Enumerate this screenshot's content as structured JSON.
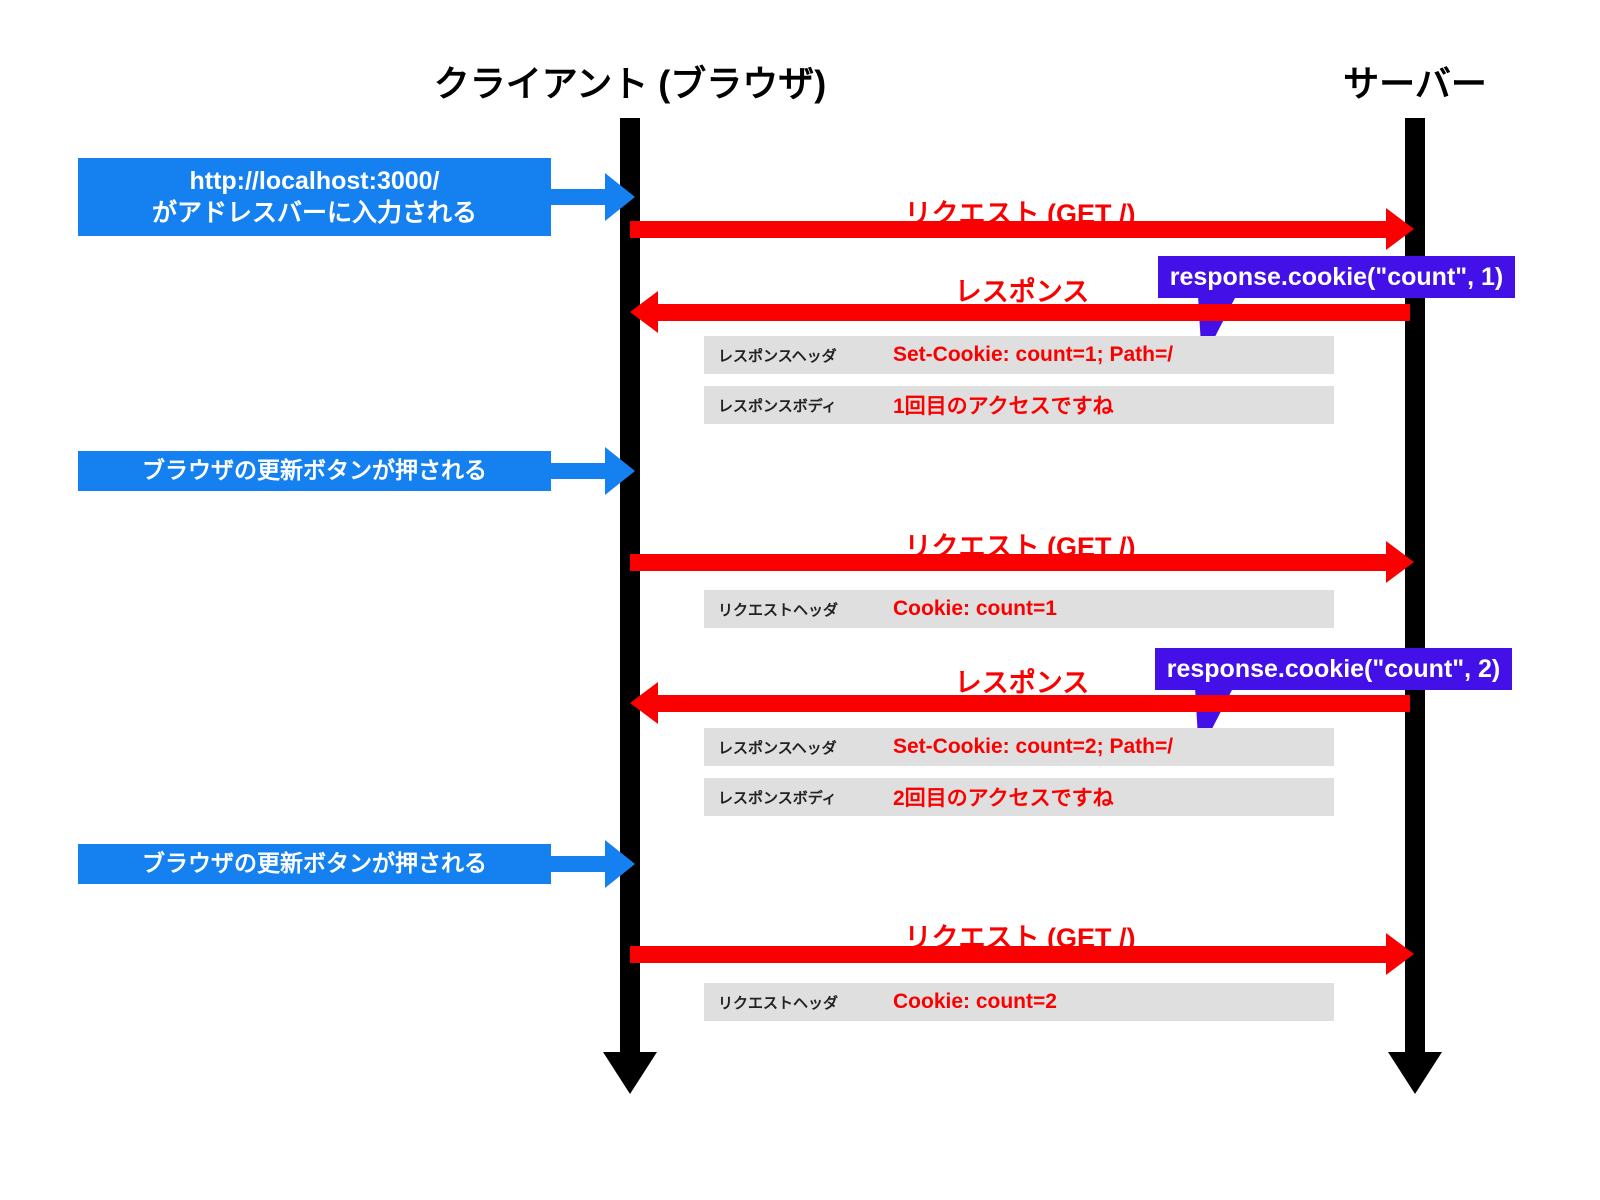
{
  "diagram": {
    "title_client": "クライアント (ブラウザ)",
    "title_server": "サーバー",
    "colors": {
      "blue": "#1580ef",
      "red": "#fa0000",
      "purple": "#4410e8",
      "gray": "#dfdfdf",
      "black": "#000000"
    }
  },
  "actions": [
    {
      "line1": "http://localhost:3000/",
      "line2": "がアドレスバーに入力される"
    },
    {
      "line1": "ブラウザの更新ボタンが押される",
      "line2": ""
    },
    {
      "line1": "ブラウザの更新ボタンが押される",
      "line2": ""
    }
  ],
  "messages": [
    {
      "label": "リクエスト (GET /)",
      "direction": "request"
    },
    {
      "label": "レスポンス",
      "direction": "response"
    },
    {
      "label": "リクエスト (GET /)",
      "direction": "request"
    },
    {
      "label": "レスポンス",
      "direction": "response"
    },
    {
      "label": "リクエスト (GET /)",
      "direction": "request"
    }
  ],
  "rows": [
    {
      "key": "レスポンスヘッダ",
      "value": "Set-Cookie: count=1; Path=/"
    },
    {
      "key": "レスポンスボディ",
      "value": "1回目のアクセスですね"
    },
    {
      "key": "リクエストヘッダ",
      "value": "Cookie: count=1"
    },
    {
      "key": "レスポンスヘッダ",
      "value": "Set-Cookie: count=2; Path=/"
    },
    {
      "key": "レスポンスボディ",
      "value": "2回目のアクセスですね"
    },
    {
      "key": "リクエストヘッダ",
      "value": "Cookie: count=2"
    }
  ],
  "callouts": [
    {
      "label": "response.cookie(\"count\", 1)"
    },
    {
      "label": "response.cookie(\"count\", 2)"
    }
  ]
}
